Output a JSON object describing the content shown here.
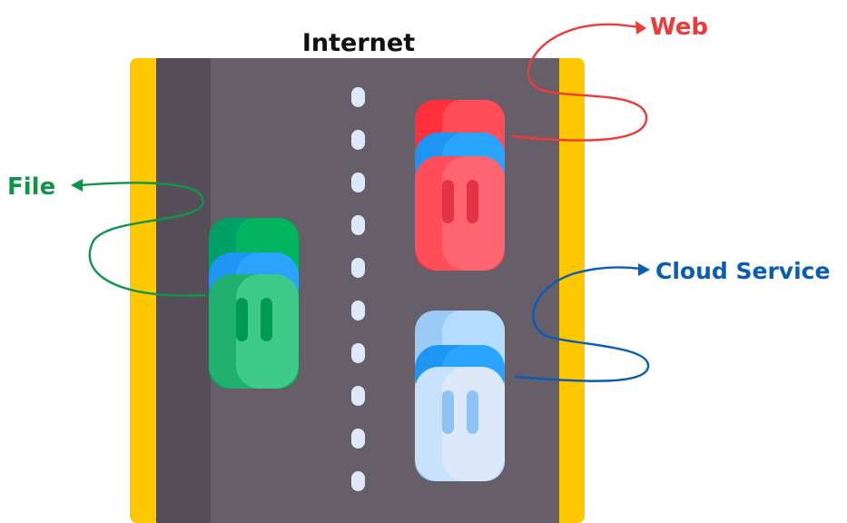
{
  "title": "Internet",
  "labels": {
    "web": "Web",
    "file": "File",
    "cloud_service": "Cloud Service"
  },
  "colors": {
    "web": "#f03a3a",
    "file": "#109447",
    "cloud_service": "#0b5cb5",
    "road": "#665e68",
    "road_dark": "#554d57",
    "road_edge": "#ffc700",
    "lane_marker": "#dde8f8",
    "car_red": "#ff4d5a",
    "car_green": "#00b55e",
    "car_light_blue": "#a9d4ff",
    "windshield": "#2aa5ff"
  },
  "icons": {
    "cars": [
      "red-car-icon",
      "green-car-icon",
      "light-blue-car-icon"
    ]
  }
}
